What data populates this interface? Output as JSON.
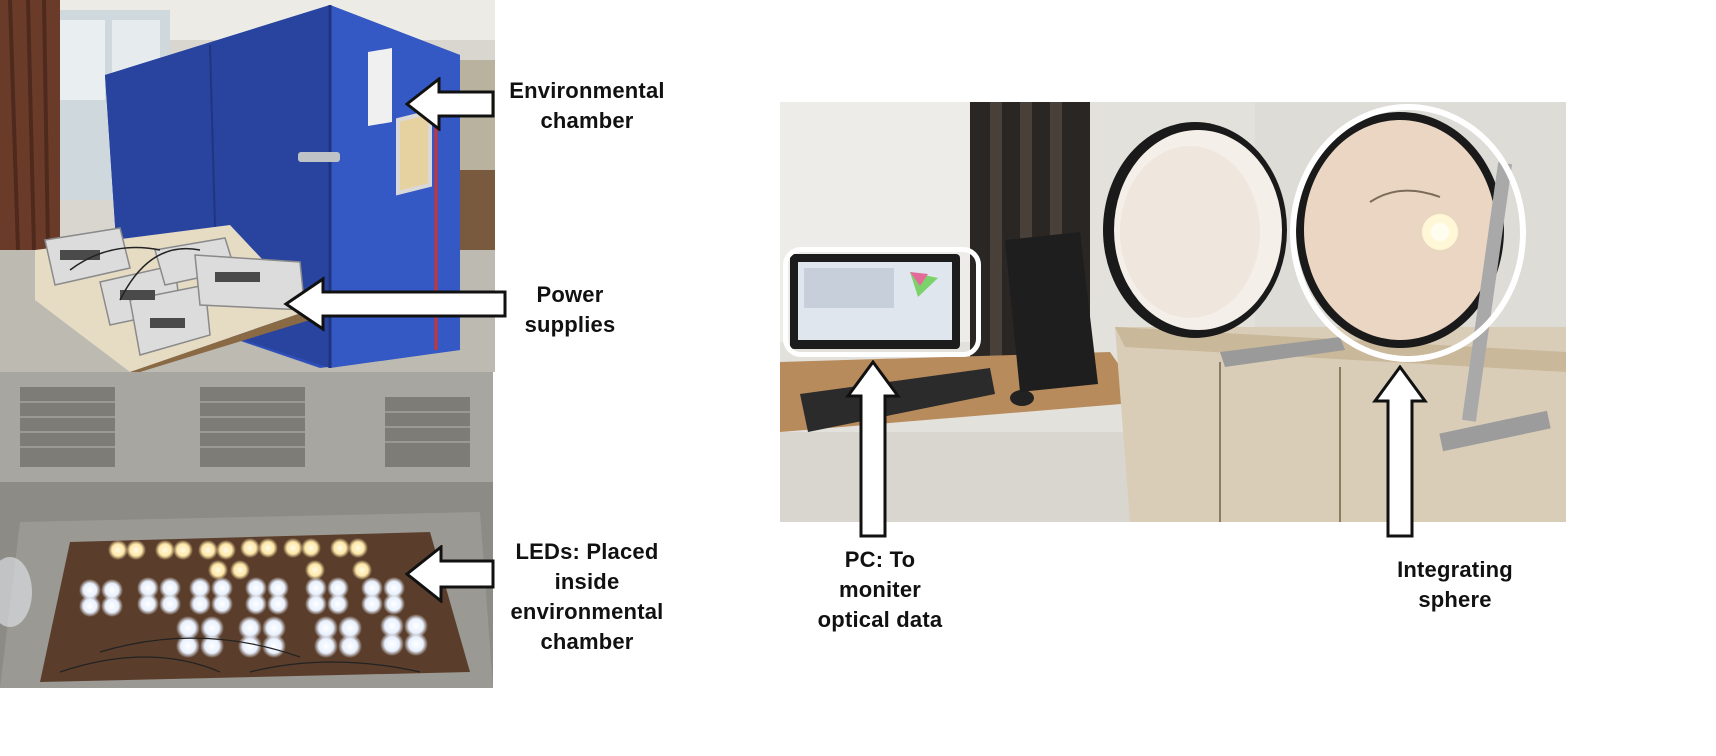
{
  "figure": {
    "left_panel": {
      "top_photo": {
        "subject": "environmental chamber and power supplies",
        "labels": {
          "environmental_chamber": [
            "Environmental",
            "chamber"
          ],
          "power_supplies": [
            "Power",
            "supplies"
          ]
        }
      },
      "bottom_photo": {
        "subject": "LEDs inside the chamber",
        "labels": {
          "leds": [
            "LEDs: Placed",
            "inside",
            "environmental",
            "chamber"
          ]
        }
      }
    },
    "right_panel": {
      "photo": {
        "subject": "PC and integrating sphere",
        "labels": {
          "pc": [
            "PC: To",
            "moniter",
            "optical data"
          ],
          "integrating_sphere": [
            "Integrating",
            "sphere"
          ]
        }
      }
    },
    "colors": {
      "chamber_blue": "#2f4fb8",
      "sphere_highlight": "#ffffff",
      "arrow_fill": "#ffffff",
      "arrow_stroke": "#111111"
    }
  }
}
